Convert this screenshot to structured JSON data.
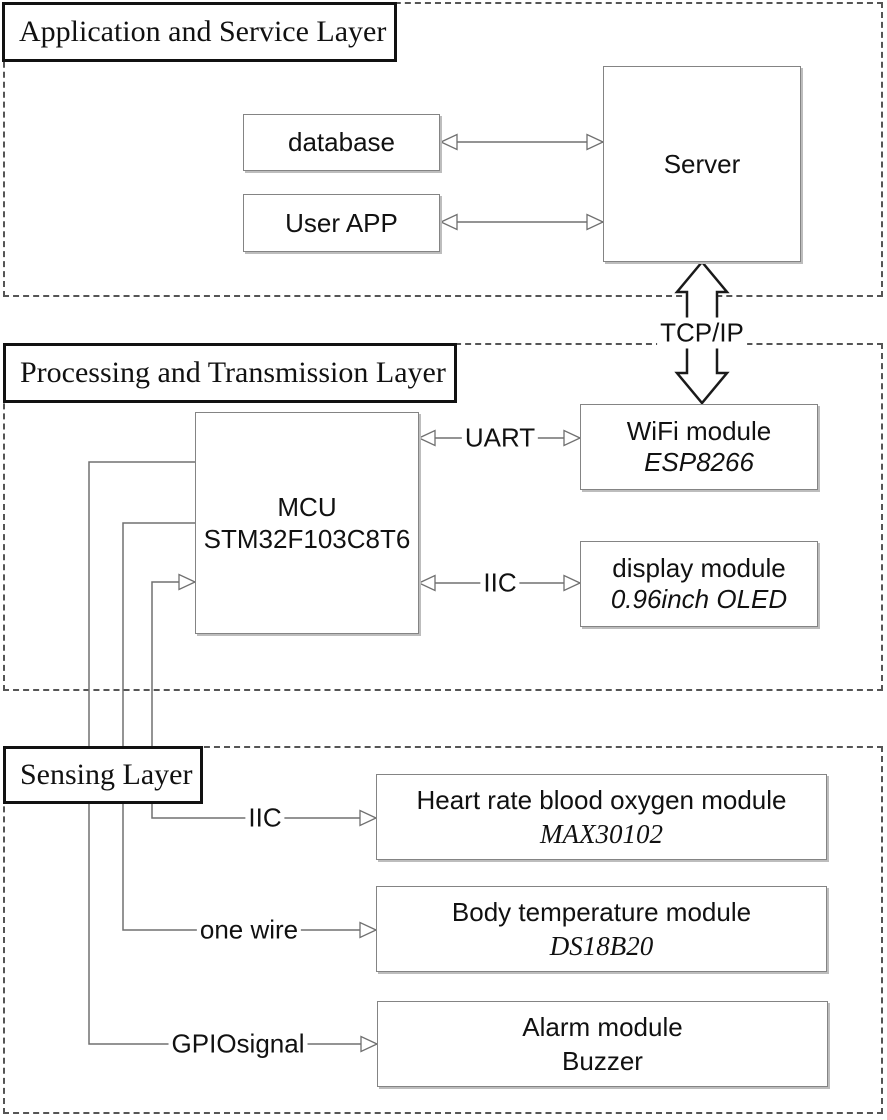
{
  "colors": {
    "background": "#ffffff",
    "dashed_layer_border": "#555555",
    "node_border": "#848484",
    "label_box_border": "#111111",
    "connector_line": "#707070",
    "big_arrow_outline": "#1a1a1a",
    "text": "#111111"
  },
  "layers": {
    "application": {
      "label": "Application and Service Layer"
    },
    "processing": {
      "label": "Processing and Transmission Layer"
    },
    "sensing": {
      "label": "Sensing Layer"
    }
  },
  "nodes": {
    "database": {
      "title": "database"
    },
    "user_app": {
      "title": "User APP"
    },
    "server": {
      "title": "Server"
    },
    "mcu": {
      "title": "MCU",
      "subtitle": "STM32F103C8T6"
    },
    "wifi_module": {
      "title": "WiFi module",
      "subtitle": "ESP8266"
    },
    "display_module": {
      "title": "display module",
      "subtitle": "0.96inch OLED"
    },
    "heart_rate_module": {
      "title": "Heart rate blood oxygen module",
      "subtitle": "MAX30102"
    },
    "body_temperature_module": {
      "title": "Body temperature module",
      "subtitle": "DS18B20"
    },
    "alarm_module": {
      "title": "Alarm module",
      "subtitle": "Buzzer"
    }
  },
  "connection_labels": {
    "tcp_ip": "TCP/IP",
    "uart": "UART",
    "iic_display": "IIC",
    "iic_sensor": "IIC",
    "one_wire": "one wire",
    "gpio_signal": "GPIOsignal"
  }
}
